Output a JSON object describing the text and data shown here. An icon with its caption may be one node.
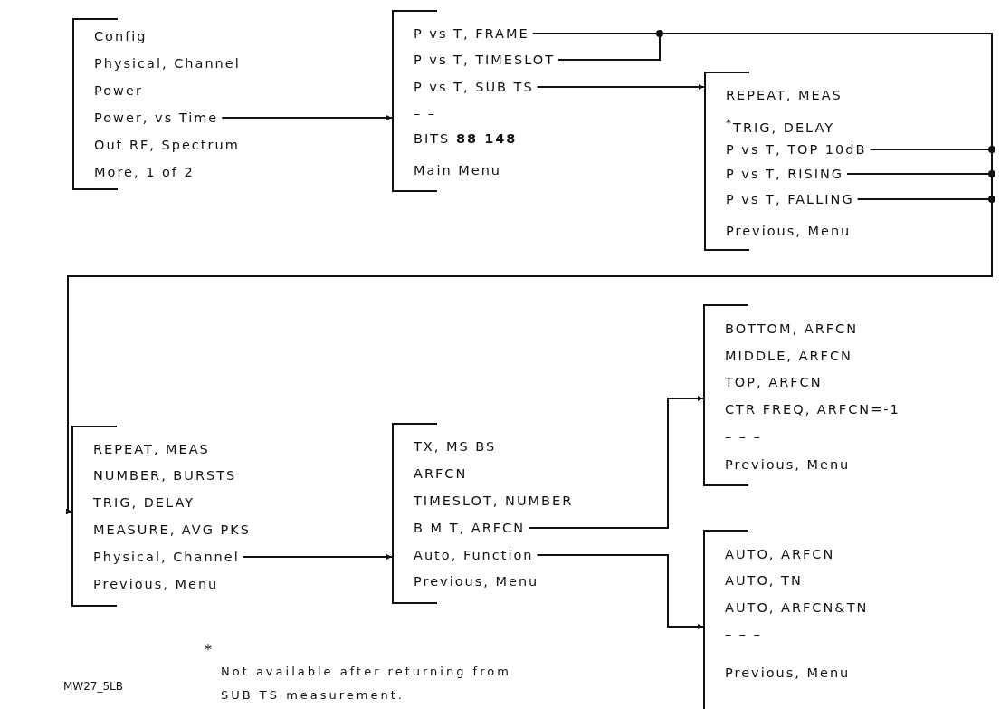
{
  "diagram": {
    "nodes": [
      {
        "text": [],
        "shape": "bracket"
      },
      {
        "text": [
          "Config"
        ],
        "in": 0
      },
      {
        "text": [
          "Physical, Channel"
        ],
        "in": 0
      },
      {
        "text": [
          "Power"
        ],
        "in": 0
      },
      {
        "text": [
          "Power, vs Time"
        ],
        "in": 0
      },
      {
        "text": [
          "Out RF, Spectrum"
        ],
        "in": 0
      },
      {
        "text": [
          "More, 1 of 2"
        ],
        "in": 0
      },
      {
        "text": [],
        "shape": "bracket"
      },
      {
        "text": [
          "P vs T, FRAME"
        ],
        "in": 7
      },
      {
        "text": [
          "P vs T, TIMESLOT"
        ],
        "in": 7
      },
      {
        "text": [
          "P vs T, SUB TS"
        ],
        "in": 7
      },
      {
        "text": [
          "– –"
        ],
        "in": 7
      },
      {
        "text": [
          "BITS  **88 148**"
        ],
        "in": 7
      },
      {
        "text": [
          "Main  Menu"
        ],
        "in": 7
      },
      {
        "text": [],
        "shape": "bracket"
      },
      {
        "text": [
          "REPEAT, MEAS"
        ],
        "in": 14
      },
      {
        "text": [
          "$^{*}$TRIG, DELAY"
        ],
        "in": 14
      },
      {
        "text": [
          "P vs T, TOP 10dB"
        ],
        "in": 14
      },
      {
        "text": [
          "P vs T, RISING"
        ],
        "in": 14
      },
      {
        "text": [
          "P vs T, FALLING"
        ],
        "in": 14
      },
      {
        "text": [
          "Previous, Menu"
        ],
        "in": 14
      },
      {
        "text": [],
        "shape": "bracket"
      },
      {
        "text": [
          "REPEAT, MEAS"
        ],
        "in": 21
      },
      {
        "text": [
          "NUMBER, BURSTS"
        ],
        "in": 21
      },
      {
        "text": [
          "TRIG, DELAY"
        ],
        "in": 21
      },
      {
        "text": [
          "MEASURE, AVG PKS"
        ],
        "in": 21
      },
      {
        "text": [
          "Physical, Channel"
        ],
        "in": 21
      },
      {
        "text": [
          "Previous, Menu"
        ],
        "in": 21
      },
      {
        "text": [],
        "shape": "bracket"
      },
      {
        "text": [
          "TX, MS BS"
        ],
        "in": 28
      },
      {
        "text": [
          "ARFCN"
        ],
        "in": 28
      },
      {
        "text": [
          "TIMESLOT, NUMBER"
        ],
        "in": 28
      },
      {
        "text": [
          "B M T, ARFCN"
        ],
        "in": 28
      },
      {
        "text": [
          "Auto, Function"
        ],
        "in": 28
      },
      {
        "text": [
          "Previous, Menu"
        ],
        "in": 28
      },
      {
        "text": [],
        "shape": "bracket"
      },
      {
        "text": [
          "BOTTOM, ARFCN"
        ],
        "in": 35
      },
      {
        "text": [
          "MIDDLE, ARFCN"
        ],
        "in": 35
      },
      {
        "text": [
          "TOP, ARFCN"
        ],
        "in": 35
      },
      {
        "text": [
          "CTR FREQ, ARFCN=-1"
        ],
        "in": 35
      },
      {
        "text": [
          "– – –"
        ],
        "in": 35
      },
      {
        "text": [
          "Previous, Menu"
        ],
        "in": 35
      },
      {
        "text": [],
        "shape": "bracket"
      },
      {
        "text": [
          "AUTO, ARFCN"
        ],
        "in": 42
      },
      {
        "text": [
          "AUTO, TN"
        ],
        "in": 42
      },
      {
        "text": [
          "AUTO, ARFCN&TN"
        ],
        "in": 42
      },
      {
        "text": [
          "– – –"
        ],
        "in": 42
      },
      {
        "text": [
          "Previous, Menu"
        ],
        "in": 42
      }
    ],
    "edges": [
      {
        "from": 4,
        "to": 7,
        "arrow": "to"
      },
      {
        "from": 10,
        "to": 14,
        "arrow": "to"
      },
      {
        "from": 8,
        "to": 21,
        "arrow": "to"
      },
      {
        "from": 9,
        "to": 21,
        "arrow": "to"
      },
      {
        "from": 17,
        "to": 21,
        "arrow": "to"
      },
      {
        "from": 18,
        "to": 21,
        "arrow": "to"
      },
      {
        "from": 19,
        "to": 21,
        "arrow": "to"
      },
      {
        "from": 26,
        "to": 28,
        "arrow": "to"
      },
      {
        "from": 32,
        "to": 35,
        "arrow": "to"
      },
      {
        "from": 33,
        "to": 42,
        "arrow": "to"
      }
    ],
    "labels": [
      "MW27_5LB",
      "*",
      "Not available after returning from SUB TS measurement."
    ]
  }
}
